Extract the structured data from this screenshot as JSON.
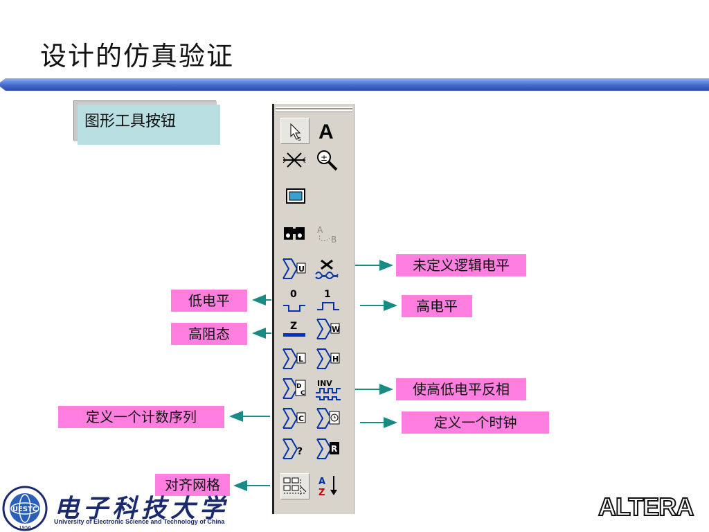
{
  "slide": {
    "title": "设计的仿真验证",
    "toolbar_caption": "图形工具按钮"
  },
  "labels": {
    "undefined_level": "未定义逻辑电平",
    "low_level": "低电平",
    "high_level": "高电平",
    "high_impedance": "高阻态",
    "invert": "使高低电平反相",
    "count_sequence": "定义一个计数序列",
    "clock": "定义一个时钟",
    "snap_grid": "对齐网格"
  },
  "toolbar_icons": [
    "selection-tool-icon",
    "text-tool-icon",
    "waveform-editing-icon",
    "zoom-icon",
    "full-screen-icon",
    "find-icon",
    "replace-icon",
    "forcing-unknown-icon",
    "forcing-dont-care-icon",
    "forcing-low-icon",
    "forcing-high-icon",
    "high-impedance-icon",
    "weak-unknown-icon",
    "weak-low-icon",
    "weak-high-icon",
    "count-value-icon",
    "invert-icon",
    "arbitrary-value-icon",
    "clock-icon",
    "random-value-icon",
    "overwrite-value-icon",
    "snap-to-grid-icon",
    "sort-icon"
  ],
  "logos": {
    "university_name": "电子科技大学",
    "university_subtitle": "University of Electronic Science and Technology of China",
    "badge_text": "UESTC",
    "badge_year": "1956",
    "company": "ALTERA"
  },
  "colors": {
    "label_bg": "#ff7fe0",
    "caption_bg": "#b9dfe3",
    "arrow": "#1a8a84",
    "title_bar": "#4a6fd0"
  }
}
